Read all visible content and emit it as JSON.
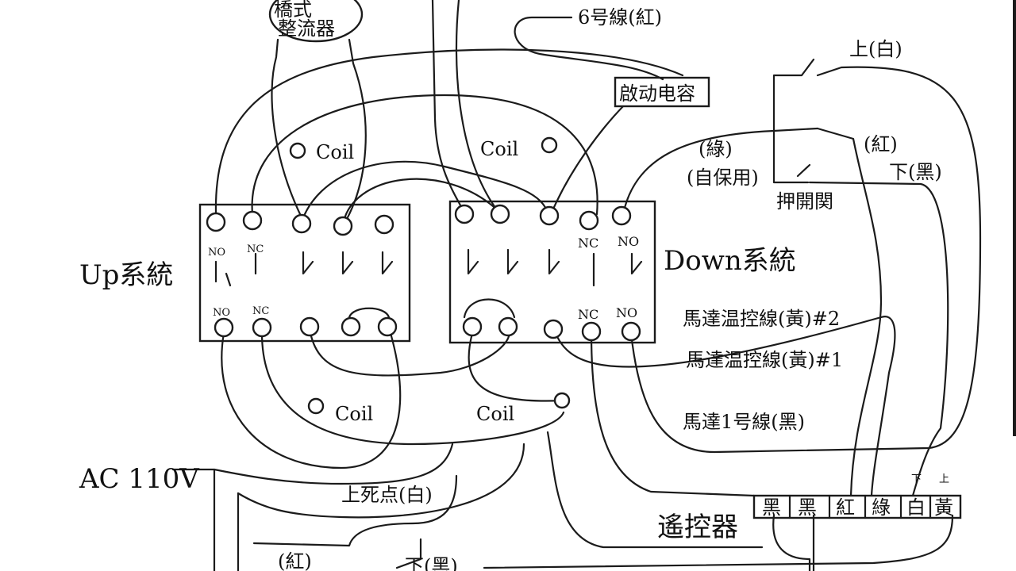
{
  "title": "",
  "labels": {
    "rectifier_a": "橋式",
    "rectifier_b": "整流器",
    "wire6": "6号線(紅)",
    "start_cap": "啟动电容",
    "coil": "Coil",
    "up_sys": "Up系統",
    "down_sys": "Down系統",
    "no": "NO",
    "nc": "NC",
    "green": "(綠)",
    "self_hold": "(自保用)",
    "red": "(紅)",
    "up_white": "上(白)",
    "down_black": "下(黑)",
    "push_switch": "押開関",
    "motor_temp2": "馬達温控線(黃)#2",
    "motor_temp1": "馬達温控線(黃)#1",
    "motor_wire1": "馬達1号線(黑)",
    "ac": "AC 110V",
    "limit_up": "上死点(白)",
    "red_bottom": "(紅)",
    "remote": "遙控器",
    "remote_down": "下",
    "remote_up": "上",
    "remote_cells": [
      "黑",
      "黑",
      "紅",
      "綠",
      "白",
      "黃"
    ],
    "bottom_partial": "下(黑)"
  }
}
